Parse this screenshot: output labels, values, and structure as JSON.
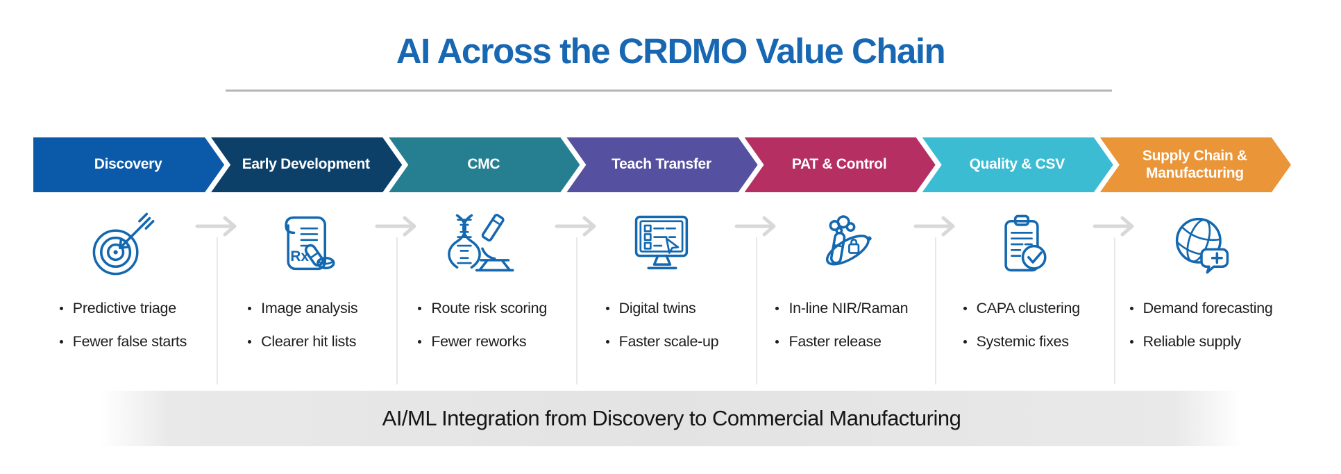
{
  "title": "AI Across the CRDMO Value Chain",
  "banner": "AI/ML Integration from Discovery to Commercial Manufacturing",
  "colors": {
    "title_blue": "#1767b3",
    "icon_stroke": "#1368b0",
    "connector_gray": "#d8d8d8",
    "divider_gray": "#e8e8e8",
    "underline_gray": "#b5b5b5",
    "text_dark": "#1d1d1d"
  },
  "stages": [
    {
      "label": "Discovery",
      "color": "#0b5aa9",
      "icon": "target-arrow-icon",
      "bullets": [
        "Predictive triage",
        "Fewer false starts"
      ]
    },
    {
      "label": "Early Development",
      "color": "#0d4069",
      "icon": "rx-scroll-icon",
      "bullets": [
        "Image analysis",
        "Clearer hit lists"
      ]
    },
    {
      "label": "CMC",
      "color": "#267f91",
      "icon": "dna-microscope-icon",
      "bullets": [
        "Route risk scoring",
        "Fewer reworks"
      ]
    },
    {
      "label": "Teach Transfer",
      "color": "#5650a0",
      "icon": "monitor-checklist-icon",
      "bullets": [
        "Digital twins",
        "Faster scale-up"
      ]
    },
    {
      "label": "PAT & Control",
      "color": "#b52f63",
      "icon": "flask-atom-icon",
      "bullets": [
        "In-line NIR/Raman",
        "Faster release"
      ]
    },
    {
      "label": "Quality & CSV",
      "color": "#3cbcd2",
      "icon": "clipboard-check-icon",
      "bullets": [
        "CAPA clustering",
        "Systemic fixes"
      ]
    },
    {
      "label": "Supply Chain & Manufacturing",
      "color": "#ea9538",
      "icon": "globe-medical-icon",
      "bullets": [
        "Demand forecasting",
        "Reliable supply"
      ]
    }
  ]
}
